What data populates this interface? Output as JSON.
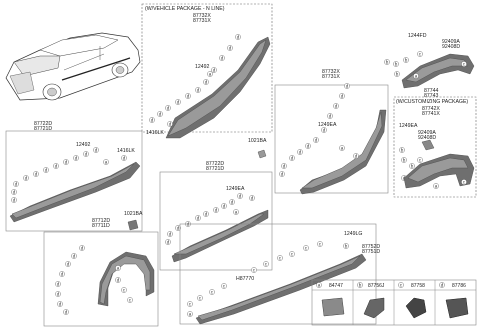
{
  "panels": {
    "nline": {
      "header": "(W/VEHICLE PACKAGE - N LINE)",
      "parts": [
        "87732X",
        "87731X"
      ],
      "fasteners": [
        "12492",
        "1416LK"
      ]
    },
    "rear_door": {
      "parts": [
        "87732X",
        "87731X"
      ],
      "fasteners": [
        "1249EA",
        "1021BA"
      ]
    },
    "upper_right": {
      "parts": [
        "1244FD",
        "92409A",
        "92408D",
        "87744",
        "87743"
      ]
    },
    "customizing": {
      "header": "(W/CUSTOMIZING PACKAGE)",
      "parts": [
        "87742X",
        "87741X"
      ],
      "fasteners": [
        "1249EA",
        "92409A",
        "92408D"
      ]
    },
    "left_long": {
      "parts": [
        "87722D",
        "87721D"
      ],
      "fasteners": [
        "12492",
        "1416LK"
      ]
    },
    "center_door": {
      "parts": [
        "87722D",
        "87721D"
      ],
      "fasteners": [
        "1249EA"
      ]
    },
    "wheel_arch": {
      "parts": [
        "87712D",
        "87711D"
      ],
      "fasteners": [
        "1021BA"
      ]
    },
    "side_sill": {
      "parts": [
        "87752D",
        "87751D"
      ],
      "fasteners": [
        "1249LG",
        "H87770"
      ]
    }
  },
  "legend": [
    {
      "letter": "a",
      "part": "84747",
      "icon": "clip-a"
    },
    {
      "letter": "b",
      "part": "87756J",
      "icon": "clip-b"
    },
    {
      "letter": "c",
      "part": "87758",
      "icon": "clip-c"
    },
    {
      "letter": "d",
      "part": "87786",
      "icon": "clip-d"
    }
  ]
}
